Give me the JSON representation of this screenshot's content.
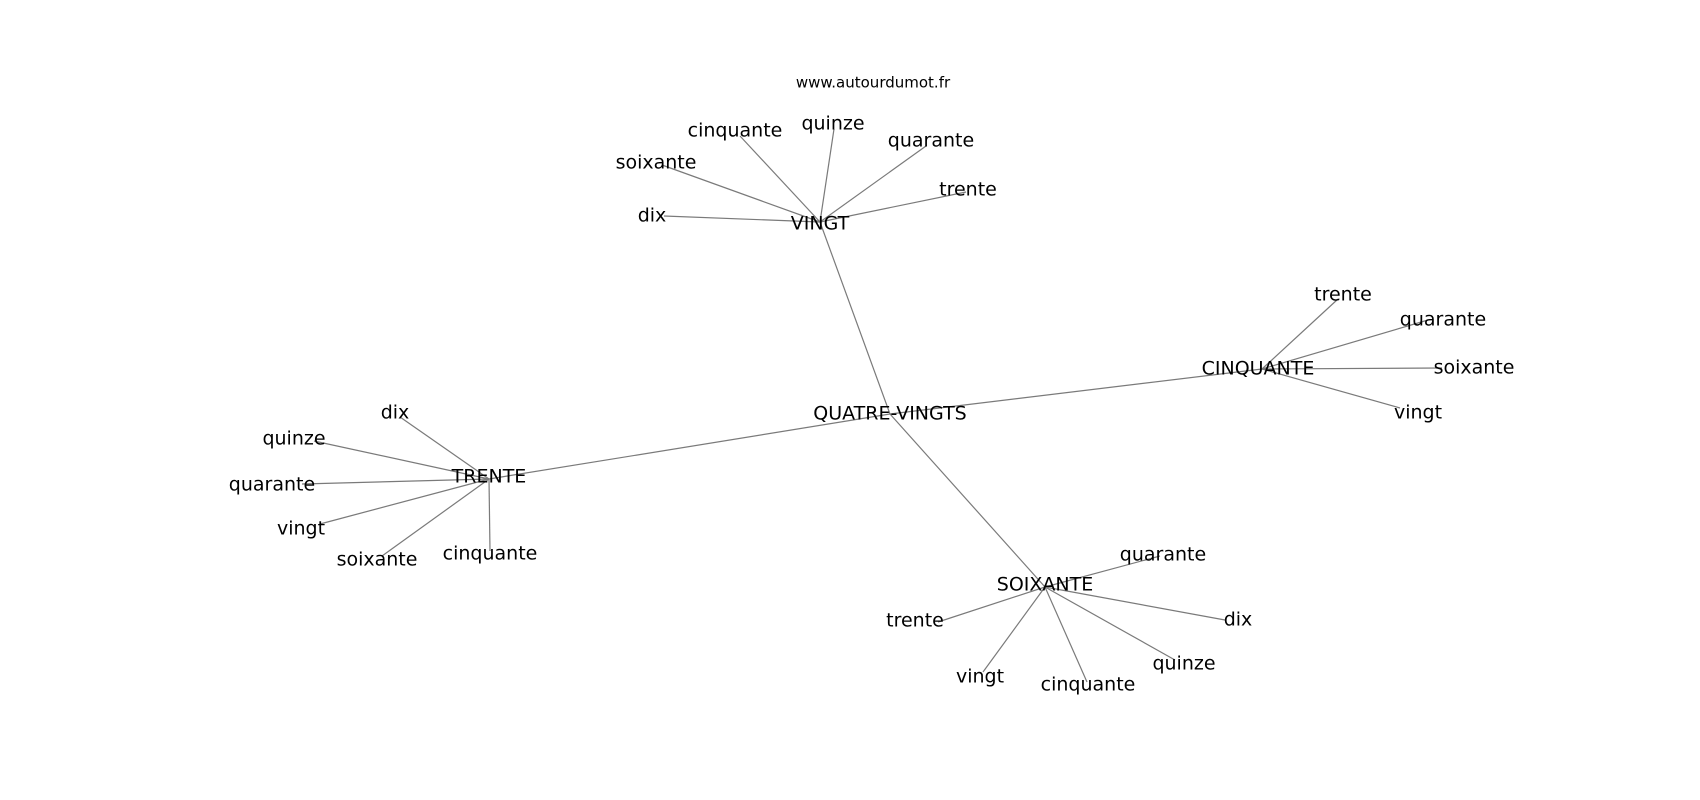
{
  "watermark": "www.autourdumot.fr",
  "colors": {
    "edge": "#7a7a7a",
    "text": "#000000",
    "background": "#ffffff"
  },
  "graph": {
    "center": {
      "id": "center",
      "label": "QUATRE-VINGTS"
    },
    "hubs": [
      {
        "id": "vingt",
        "label": "VINGT",
        "leaves": [
          {
            "id": "vingt-dix",
            "label": "dix"
          },
          {
            "id": "vingt-soixante",
            "label": "soixante"
          },
          {
            "id": "vingt-cinquante",
            "label": "cinquante"
          },
          {
            "id": "vingt-quinze",
            "label": "quinze"
          },
          {
            "id": "vingt-quarante",
            "label": "quarante"
          },
          {
            "id": "vingt-trente",
            "label": "trente"
          }
        ]
      },
      {
        "id": "cinquante",
        "label": "CINQUANTE",
        "leaves": [
          {
            "id": "cinquante-trente",
            "label": "trente"
          },
          {
            "id": "cinquante-quarante",
            "label": "quarante"
          },
          {
            "id": "cinquante-soixante",
            "label": "soixante"
          },
          {
            "id": "cinquante-vingt",
            "label": "vingt"
          }
        ]
      },
      {
        "id": "trente",
        "label": "TRENTE",
        "leaves": [
          {
            "id": "trente-dix",
            "label": "dix"
          },
          {
            "id": "trente-quinze",
            "label": "quinze"
          },
          {
            "id": "trente-quarante",
            "label": "quarante"
          },
          {
            "id": "trente-vingt",
            "label": "vingt"
          },
          {
            "id": "trente-soixante",
            "label": "soixante"
          },
          {
            "id": "trente-cinquante",
            "label": "cinquante"
          }
        ]
      },
      {
        "id": "soixante",
        "label": "SOIXANTE",
        "leaves": [
          {
            "id": "soixante-quarante",
            "label": "quarante"
          },
          {
            "id": "soixante-dix",
            "label": "dix"
          },
          {
            "id": "soixante-quinze",
            "label": "quinze"
          },
          {
            "id": "soixante-cinquante",
            "label": "cinquante"
          },
          {
            "id": "soixante-vingt",
            "label": "vingt"
          },
          {
            "id": "soixante-trente",
            "label": "trente"
          }
        ]
      }
    ]
  }
}
